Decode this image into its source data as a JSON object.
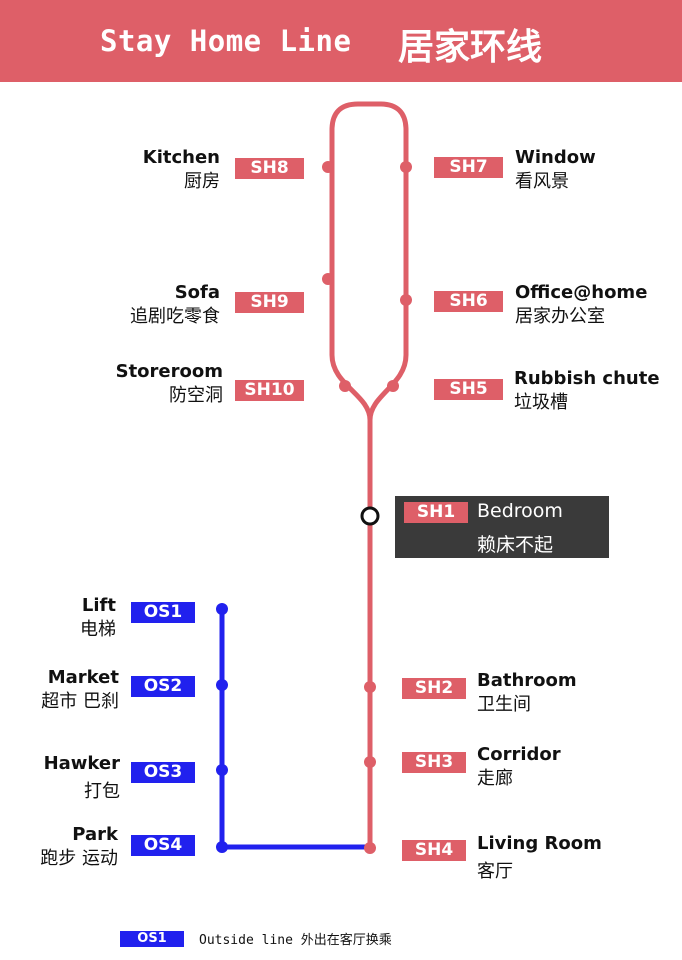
{
  "header": {
    "title_en": "Stay Home Line",
    "title_zh": "居家环线"
  },
  "colors": {
    "home_line": "#de5f68",
    "outside_line": "#2121ee",
    "header_bg": "#de5f68",
    "current_box": "#3a3a3a"
  },
  "stations": {
    "sh1": {
      "code": "SH1",
      "en": "Bedroom",
      "zh": "赖床不起"
    },
    "sh2": {
      "code": "SH2",
      "en": "Bathroom",
      "zh": "卫生间"
    },
    "sh3": {
      "code": "SH3",
      "en": "Corridor",
      "zh": "走廊"
    },
    "sh4": {
      "code": "SH4",
      "en": "Living Room",
      "zh": "客厅"
    },
    "sh5": {
      "code": "SH5",
      "en": "Rubbish chute",
      "zh": "垃圾槽"
    },
    "sh6": {
      "code": "SH6",
      "en": "Office@home",
      "zh": "居家办公室"
    },
    "sh7": {
      "code": "SH7",
      "en": "Window",
      "zh": "看风景"
    },
    "sh8": {
      "code": "SH8",
      "en": "Kitchen",
      "zh": "厨房"
    },
    "sh9": {
      "code": "SH9",
      "en": "Sofa",
      "zh": "追剧吃零食"
    },
    "sh10": {
      "code": "SH10",
      "en": "Storeroom",
      "zh": "防空洞"
    },
    "os1": {
      "code": "OS1",
      "en": "Lift",
      "zh": "电梯"
    },
    "os2": {
      "code": "OS2",
      "en": "Market",
      "zh": "超市 巴刹"
    },
    "os3": {
      "code": "OS3",
      "en": "Hawker",
      "zh": "打包"
    },
    "os4": {
      "code": "OS4",
      "en": "Park",
      "zh": "跑步 运动"
    }
  },
  "legend": {
    "code": "OS1",
    "text": "Outside line 外出在客厅换乘"
  }
}
